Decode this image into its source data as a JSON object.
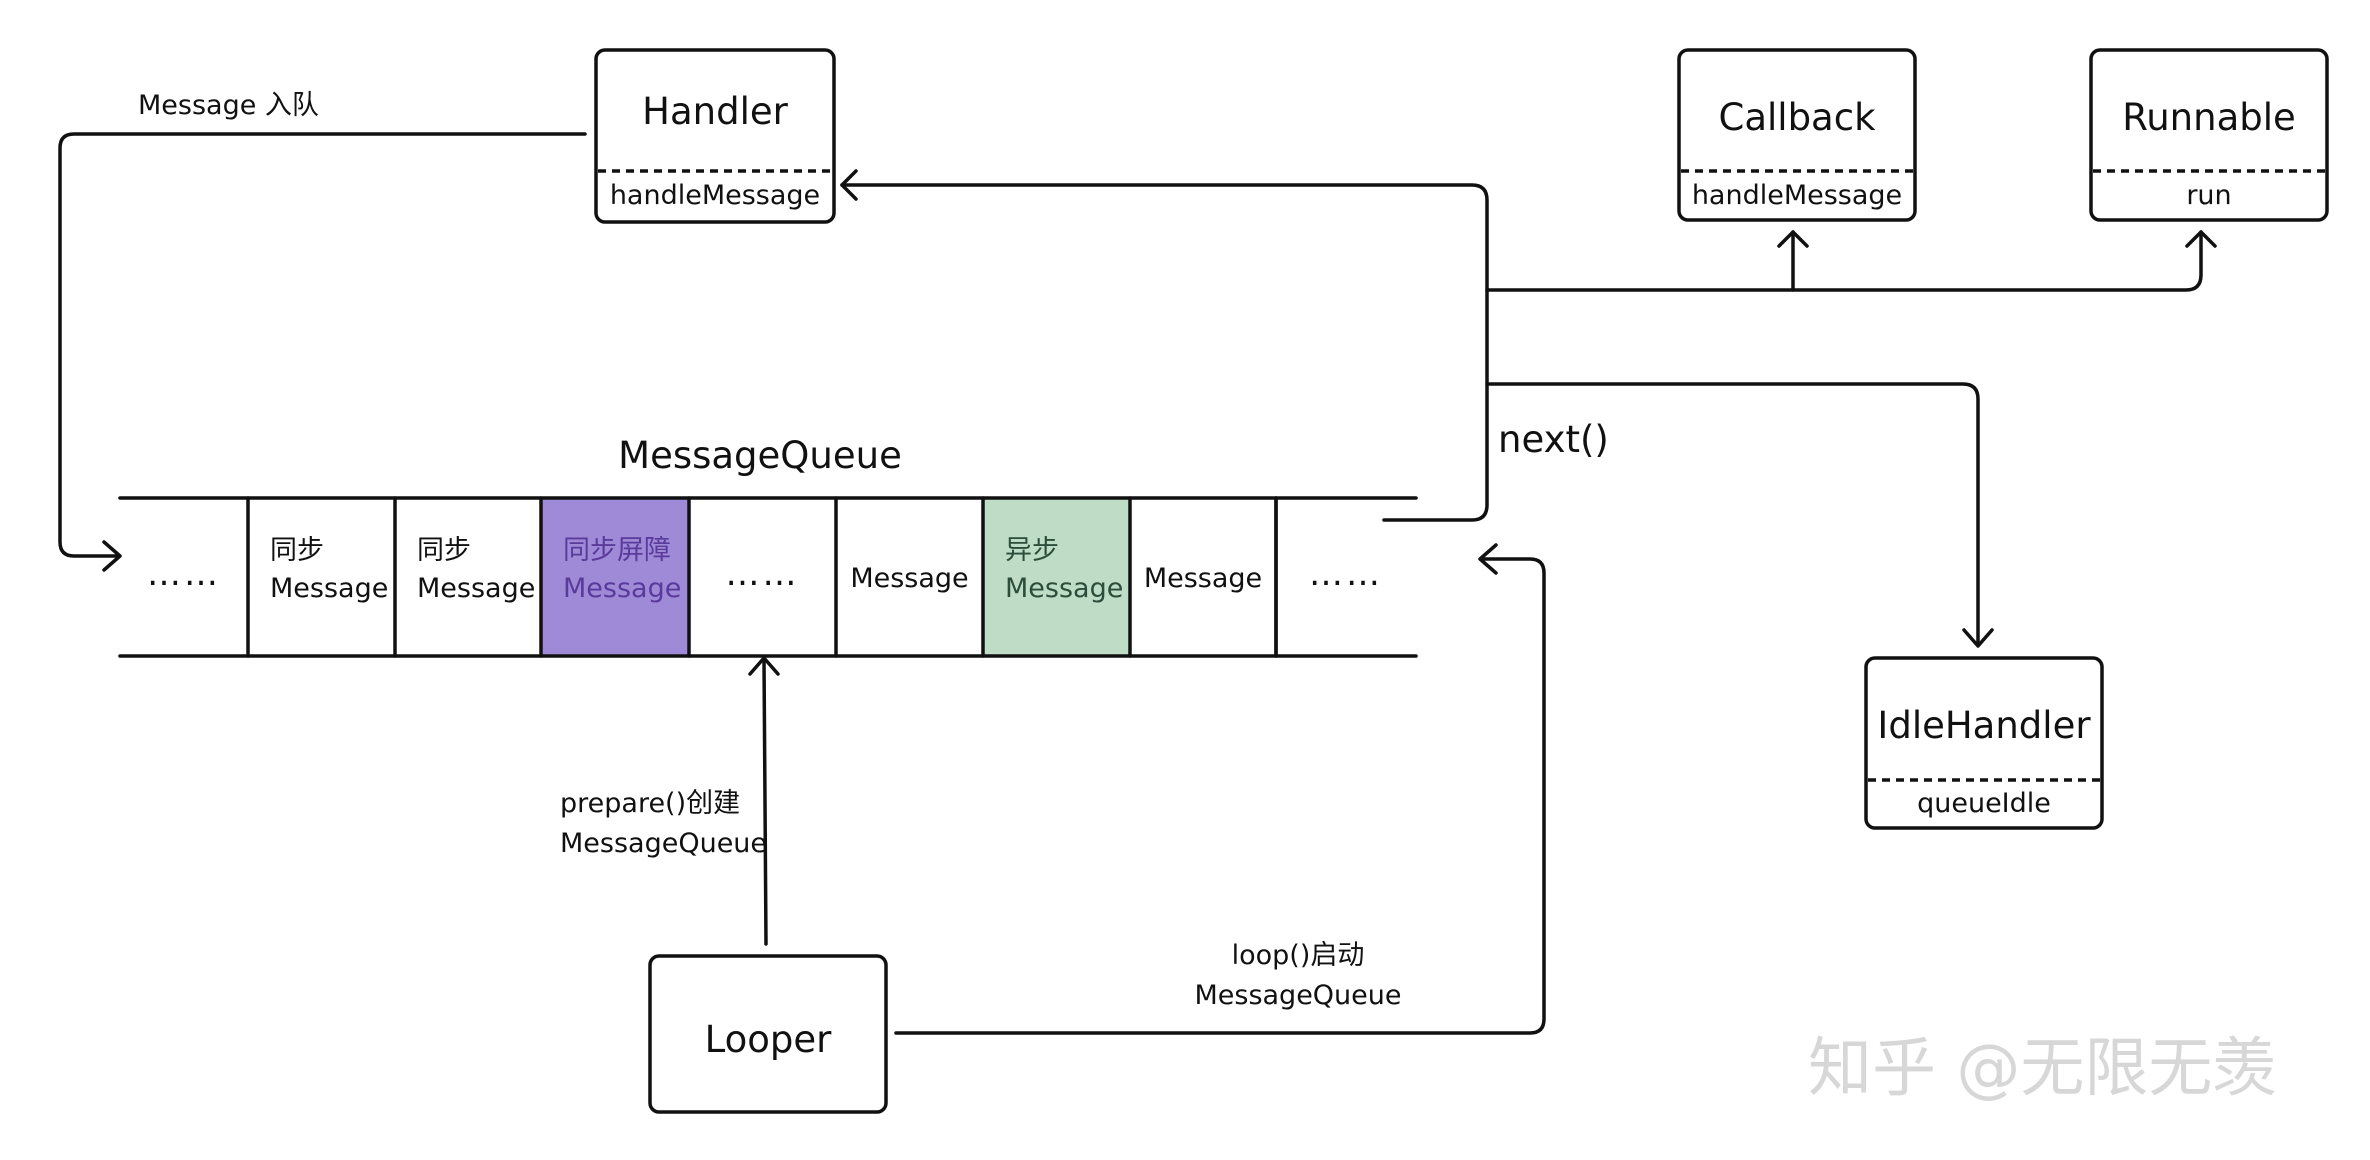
{
  "boxes": {
    "handler": {
      "title": "Handler",
      "method": "handleMessage"
    },
    "callback": {
      "title": "Callback",
      "method": "handleMessage"
    },
    "runnable": {
      "title": "Runnable",
      "method": "run"
    },
    "idle_handler": {
      "title": "IdleHandler",
      "method": "queueIdle"
    },
    "looper": {
      "title": "Looper"
    }
  },
  "queue": {
    "title": "MessageQueue",
    "cells": [
      {
        "kind": "dots",
        "lines": [
          "……"
        ]
      },
      {
        "kind": "sync",
        "lines": [
          "同步",
          "Message"
        ]
      },
      {
        "kind": "sync",
        "lines": [
          "同步",
          "Message"
        ]
      },
      {
        "kind": "barrier",
        "lines": [
          "同步屏障",
          "Message"
        ]
      },
      {
        "kind": "dots",
        "lines": [
          "……"
        ]
      },
      {
        "kind": "plain",
        "lines": [
          "Message"
        ]
      },
      {
        "kind": "async",
        "lines": [
          "异步",
          "Message"
        ]
      },
      {
        "kind": "plain",
        "lines": [
          "Message"
        ]
      },
      {
        "kind": "dots",
        "lines": [
          "……"
        ]
      }
    ]
  },
  "labels": {
    "enqueue": "Message 入队",
    "next": "next()",
    "prepare_line1": "prepare()创建",
    "prepare_line2": "MessageQueue",
    "loop_line1": "loop()启动",
    "loop_line2": "MessageQueue"
  },
  "watermark": "知乎 @无限无羡",
  "colors": {
    "barrier_fill": "#9f8ad8",
    "async_fill": "#bfdcc7",
    "stroke": "#111111",
    "watermark": "#d7d7d7"
  }
}
